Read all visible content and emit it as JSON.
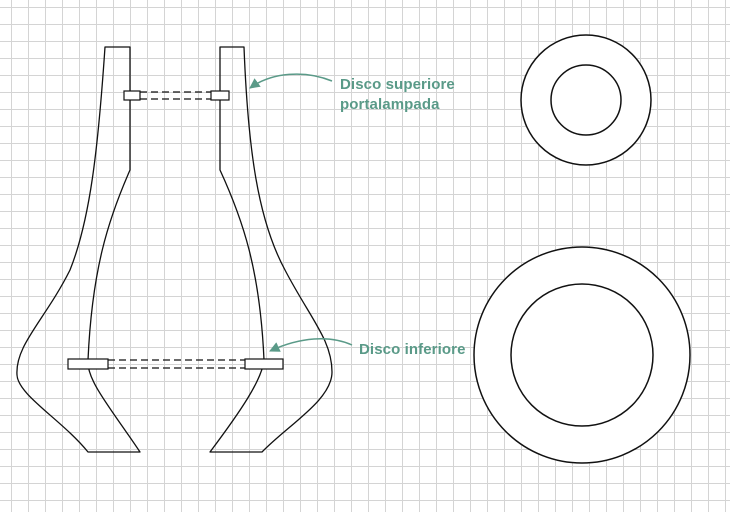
{
  "labels": {
    "upper_disc_line1": "Disco superiore",
    "upper_disc_line2": "portalampada",
    "lower_disc": "Disco inferiore"
  },
  "colors": {
    "annotation": "#5a9a88",
    "stroke": "#111111",
    "grid": "#d4d4d4",
    "background": "#ffffff"
  }
}
